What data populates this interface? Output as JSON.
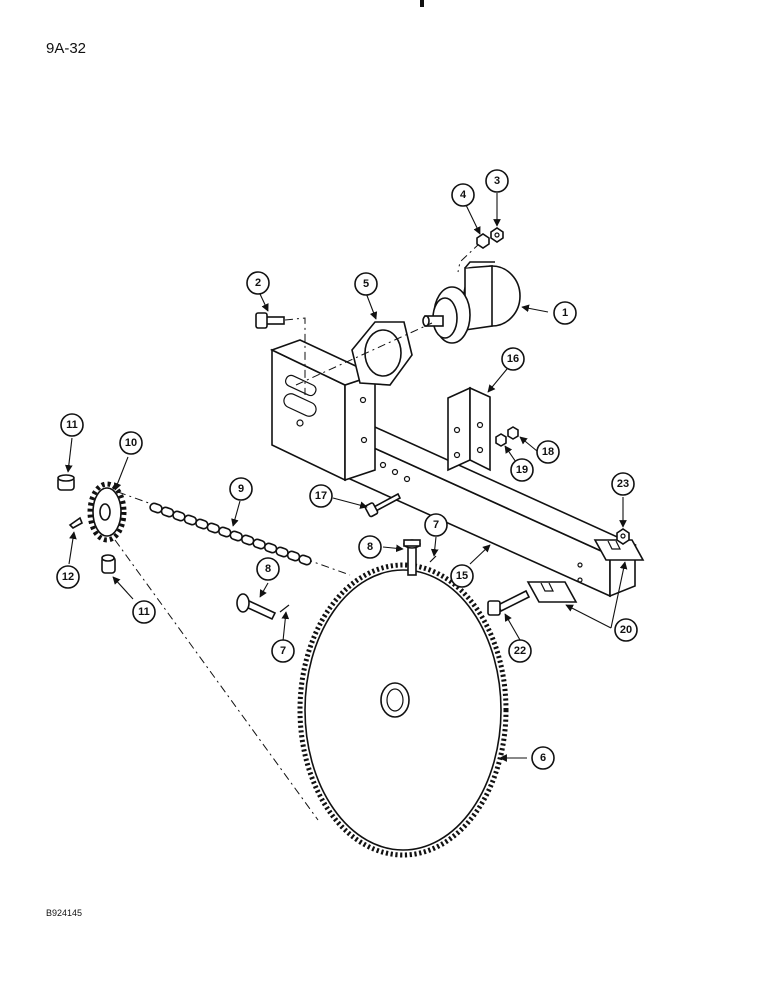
{
  "page_code": "9A-32",
  "figure_code": "B924145",
  "callouts": [
    {
      "id": "c1",
      "label": "1"
    },
    {
      "id": "c2",
      "label": "2"
    },
    {
      "id": "c3",
      "label": "3"
    },
    {
      "id": "c4",
      "label": "4"
    },
    {
      "id": "c5",
      "label": "5"
    },
    {
      "id": "c6",
      "label": "6"
    },
    {
      "id": "c7a",
      "label": "7"
    },
    {
      "id": "c7b",
      "label": "7"
    },
    {
      "id": "c8a",
      "label": "8"
    },
    {
      "id": "c8b",
      "label": "8"
    },
    {
      "id": "c9",
      "label": "9"
    },
    {
      "id": "c10",
      "label": "10"
    },
    {
      "id": "c11a",
      "label": "11"
    },
    {
      "id": "c11b",
      "label": "11"
    },
    {
      "id": "c12",
      "label": "12"
    },
    {
      "id": "c15",
      "label": "15"
    },
    {
      "id": "c16",
      "label": "16"
    },
    {
      "id": "c17",
      "label": "17"
    },
    {
      "id": "c18",
      "label": "18"
    },
    {
      "id": "c19",
      "label": "19"
    },
    {
      "id": "c20",
      "label": "20"
    },
    {
      "id": "c22",
      "label": "22"
    },
    {
      "id": "c23",
      "label": "23"
    }
  ]
}
